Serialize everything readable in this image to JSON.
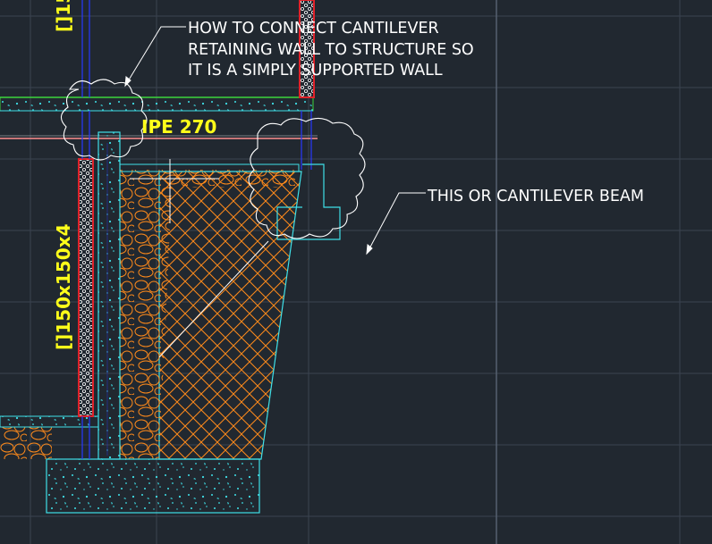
{
  "notes": {
    "question_line1": "HOW TO CONNECT CANTILEVER",
    "question_line2": "RETAINING WALL TO STRUCTURE SO",
    "question_line3": "IT IS A SIMPLY SUPPORTED WALL",
    "option": "THIS OR CANTILEVER BEAM"
  },
  "labels": {
    "beam": "IPE 270",
    "column": "[]150x150x4",
    "column_top_fragment": "[]15"
  },
  "colors": {
    "background": "#212830",
    "grid": "#3a4350",
    "concrete": "#3fe0e8",
    "soil": "#ff8a1a",
    "steel": "#e0222a",
    "slab": "#3cd63c",
    "label": "#ffff1a",
    "note": "#ffffff",
    "column_line": "#2838ff"
  }
}
